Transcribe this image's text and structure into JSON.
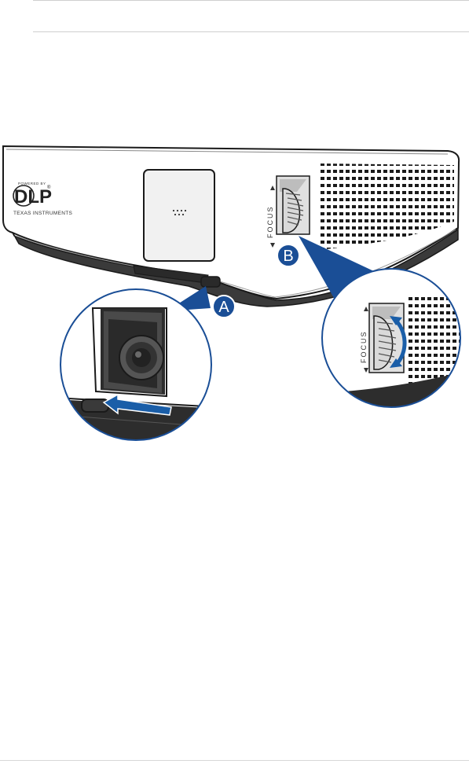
{
  "figure": {
    "logo": {
      "top_text": "POWERED BY",
      "mark": "DLP",
      "registered": "®",
      "bottom_text": "TEXAS INSTRUMENTS"
    },
    "focus_label": "FOCUS",
    "callouts": {
      "a": "A",
      "b": "B"
    },
    "colors": {
      "callout_fill": "#1a4e96",
      "outline": "#1a1a1a",
      "body_fill": "#ffffff",
      "base_fill": "#3a3a3a",
      "arrow_blue": "#1a5ea8",
      "zoom_border": "#1a4e96"
    },
    "icons": {
      "rotate_arrow": "curved-arrow-icon",
      "slide_arrow": "left-arrow-icon"
    }
  }
}
